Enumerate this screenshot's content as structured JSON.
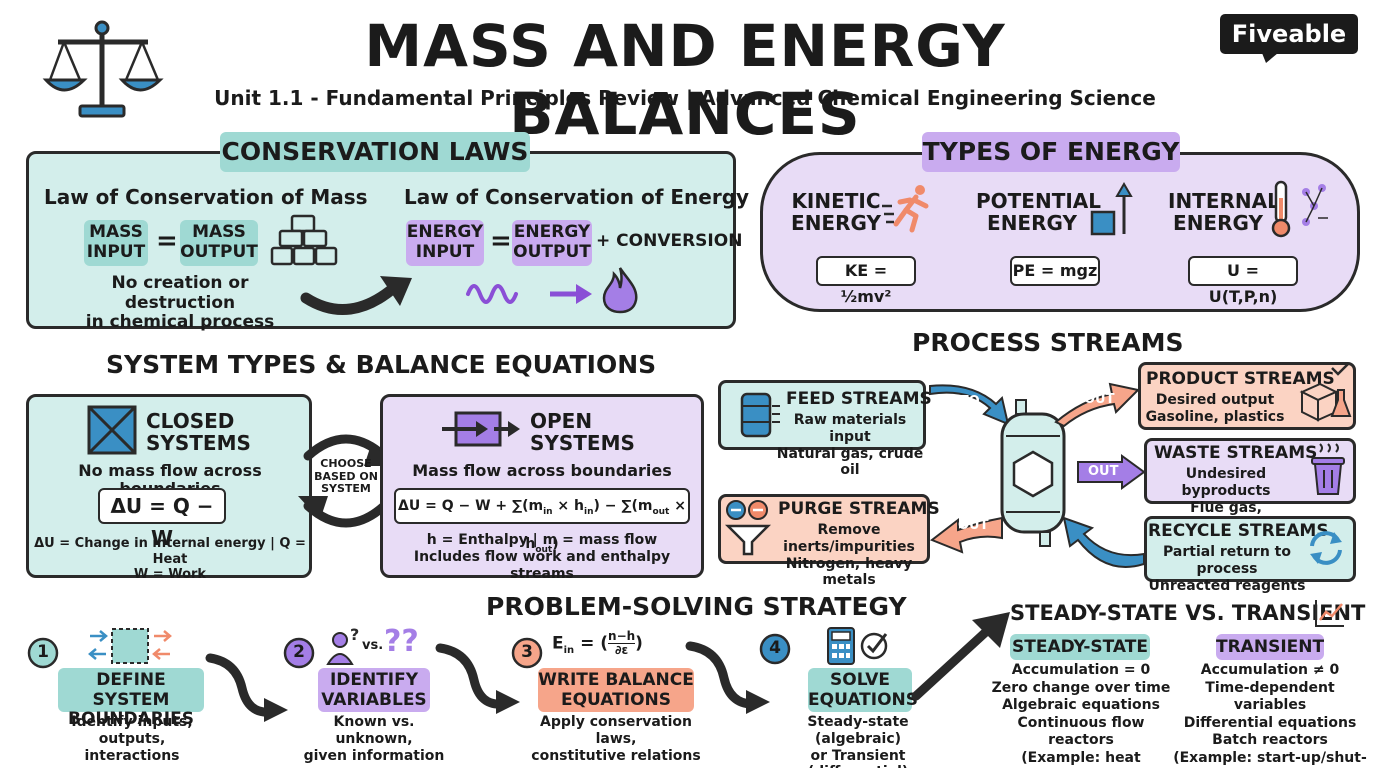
{
  "header": {
    "title": "MASS AND ENERGY BALANCES",
    "subtitle": "Unit 1.1 - Fundamental Principles Review | Advanced Chemical Engineering Science",
    "brand": "Fiveable",
    "brand_color": "#1b1b1b",
    "icon": "balance-scale-icon"
  },
  "conservation": {
    "title": "CONSERVATION LAWS",
    "mass_title": "Law of Conservation of Mass",
    "mass_input": "MASS\nINPUT",
    "equals": "=",
    "mass_output": "MASS\nOUTPUT",
    "mass_note": "No creation or destruction\nin chemical process",
    "energy_title": "Law of Conservation of Energy",
    "energy_input": "ENERGY\nINPUT",
    "energy_output": "ENERGY\nOUTPUT",
    "conversion": "+ CONVERSION"
  },
  "energy_types": {
    "title": "TYPES OF ENERGY",
    "kinetic": "KINETIC\nENERGY",
    "kinetic_formula": "KE = ½mv²",
    "potential": "POTENTIAL\nENERGY",
    "potential_formula": "PE = mgz",
    "internal": "INTERNAL\nENERGY",
    "internal_formula": "U = U(T,P,n)"
  },
  "systems": {
    "title": "SYSTEM TYPES & BALANCE EQUATIONS",
    "closed_title": "CLOSED\nSYSTEMS",
    "closed_desc": "No mass flow across boundaries",
    "closed_formula": "ΔU = Q − W",
    "closed_note": "ΔU = Change in internal energy  |  Q = Heat\nW = Work",
    "choose": "CHOOSE\nBASED ON\nSYSTEM",
    "open_title": "OPEN\nSYSTEMS",
    "open_desc": "Mass flow across boundaries",
    "open_formula_a": "ΔU = Q − W + ∑(m",
    "open_formula_b": "in",
    "open_formula_c": " × h",
    "open_formula_d": "in",
    "open_formula_e": ") − ∑(m",
    "open_formula_f": "out",
    "open_formula_g": " × h",
    "open_formula_h": "out",
    "open_formula_i": ")",
    "open_note": "h = Enthalpy  |  m = mass flow\nIncludes flow work and enthalpy streams"
  },
  "streams": {
    "title": "PROCESS STREAMS",
    "feed_title": "FEED STREAMS",
    "feed_desc": "Raw materials input\nNatural gas, crude oil",
    "into": "INTO",
    "out": "OUT",
    "product_title": "PRODUCT STREAMS",
    "product_desc": "Desired output\nGasoline, plastics",
    "waste_title": "WASTE STREAMS",
    "waste_desc": "Undesired byproducts\nFlue gas, wastewater",
    "purge_title": "PURGE STREAMS",
    "purge_desc": "Remove inerts/impurities\nNitrogen, heavy metals",
    "recycle_title": "RECYCLE STREAMS",
    "recycle_desc": "Partial return to process\nUnreacted reagents"
  },
  "strategy": {
    "title": "PROBLEM-SOLVING STRATEGY",
    "steps": [
      {
        "num": "1",
        "title": "DEFINE SYSTEM\nBOUNDARIES",
        "desc": "Identify inputs,\noutputs, interactions"
      },
      {
        "num": "2",
        "title": "IDENTIFY\nVARIABLES",
        "desc": "Known vs. unknown,\ngiven information"
      },
      {
        "num": "3",
        "title": "WRITE BALANCE\nEQUATIONS",
        "desc": "Apply conservation laws,\nconstitutive relations"
      },
      {
        "num": "4",
        "title": "SOLVE\nEQUATIONS",
        "desc": "Steady-state (algebraic)\nor Transient (differential)"
      }
    ],
    "vs_label": "vs.",
    "qmarks": "??",
    "eq_lhs": "E",
    "eq_sub": "in",
    "eq_num": "n−h",
    "eq_den": "∂ε"
  },
  "steady": {
    "title": "STEADY-STATE VS. TRANSIENT",
    "steady_tag": "STEADY-STATE",
    "steady_items": "Accumulation = 0\nZero change over time\nAlgebraic equations\nContinuous flow reactors\n(Example: heat exchangers)",
    "transient_tag": "TRANSIENT",
    "transient_items": "Accumulation ≠ 0\nTime-dependent variables\nDifferential equations\nBatch reactors\n(Example: start-up/shut-down)"
  },
  "colors": {
    "teal": "#d3eeeb",
    "purple": "#e8dcf6",
    "salmon": "#fbd3c3",
    "blue_icon": "#3a8fc4"
  }
}
